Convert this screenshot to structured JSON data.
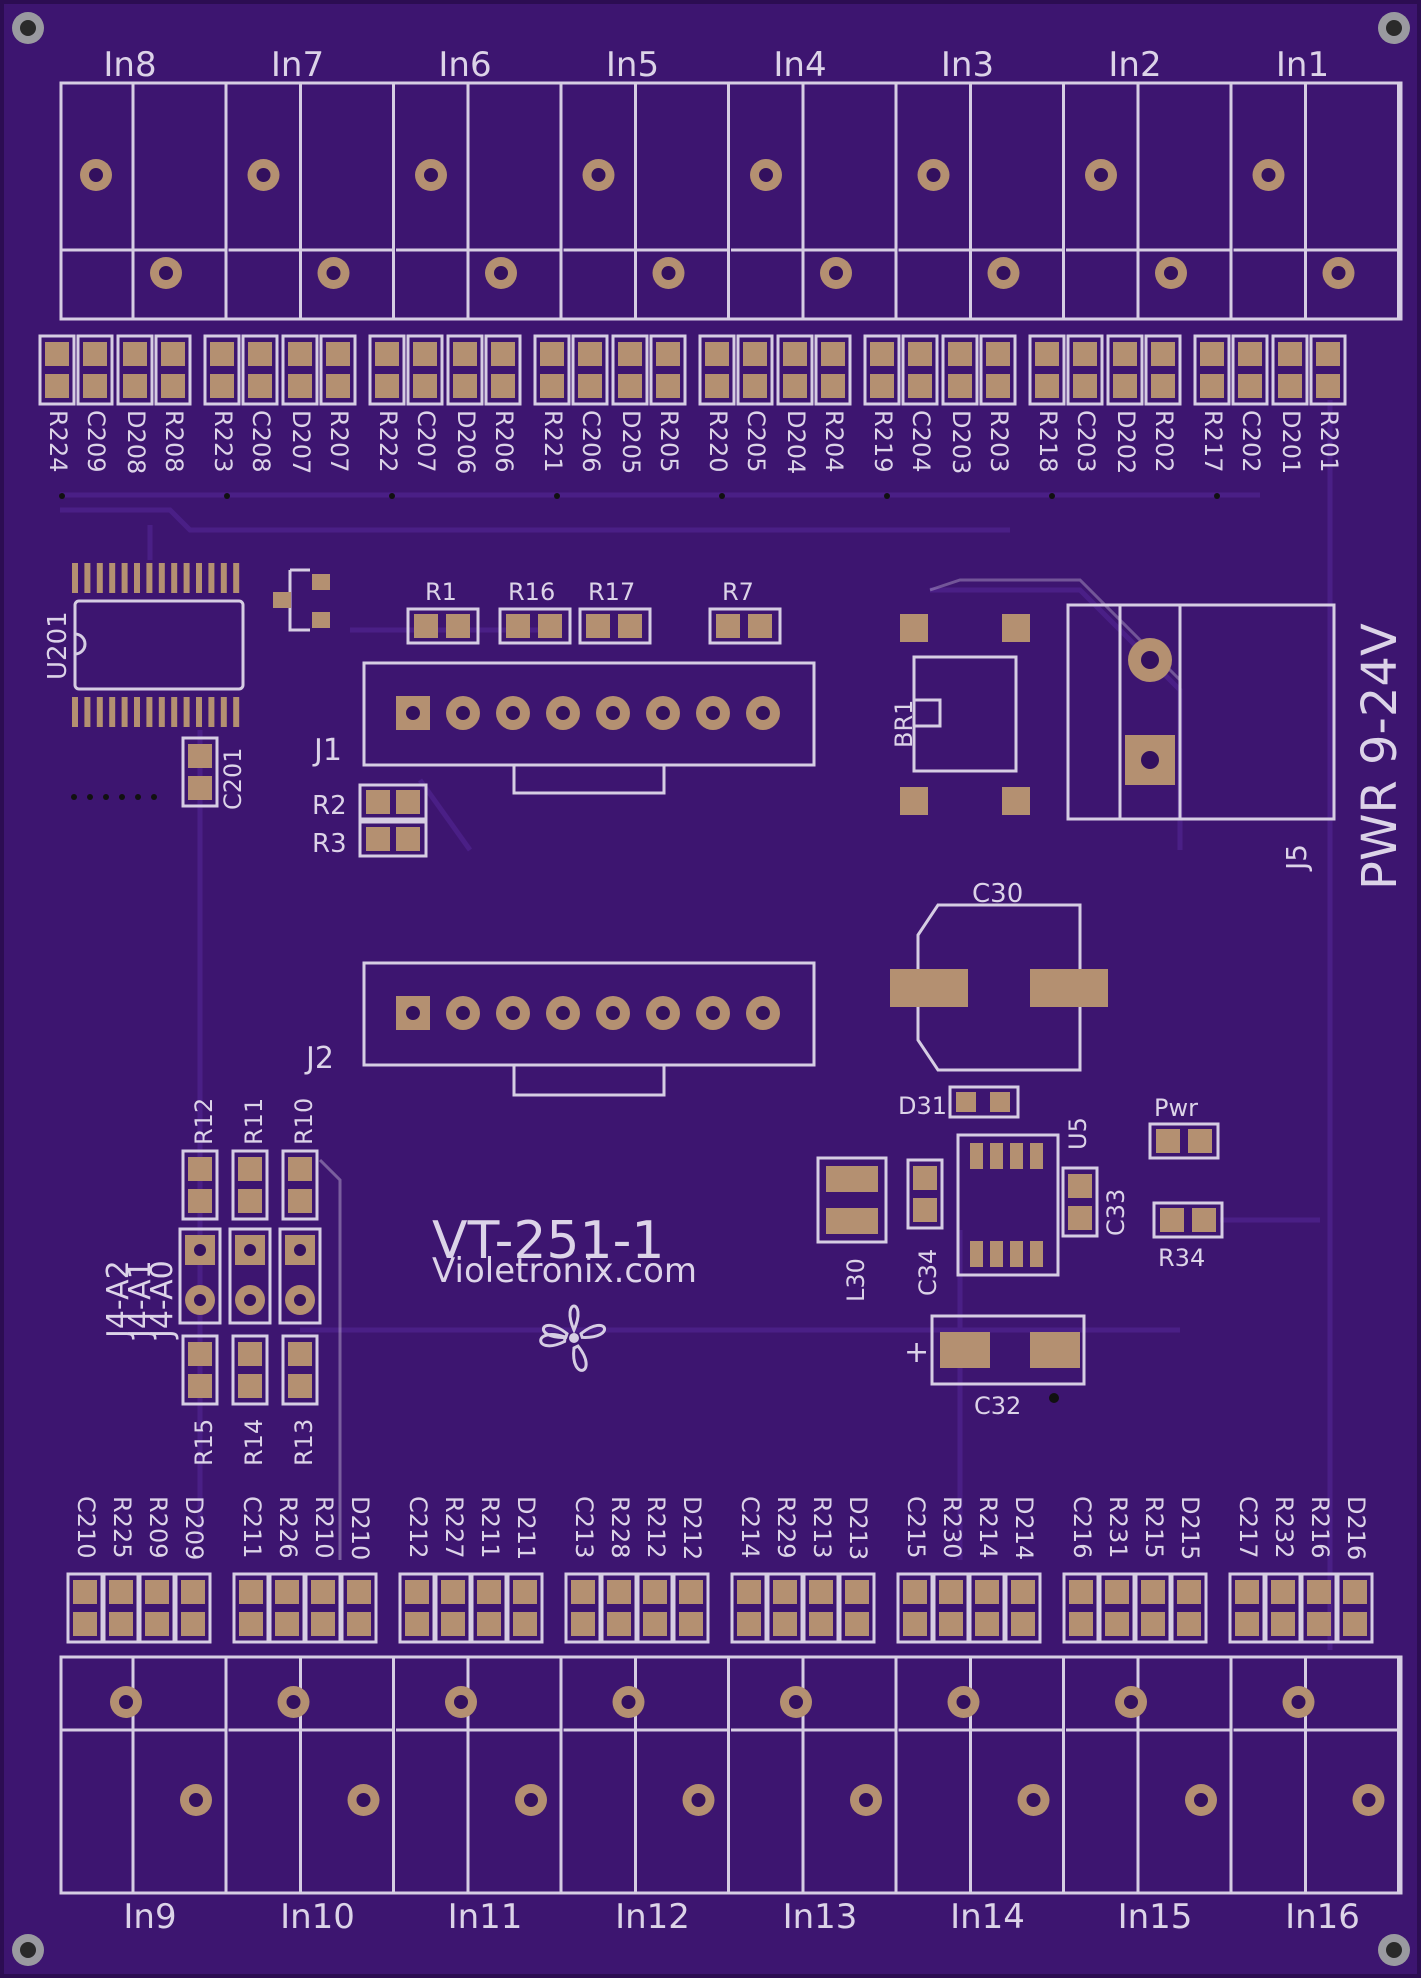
{
  "board": {
    "title": "VT-251-1",
    "website": "Violetronix.com",
    "power_label": "PWR 9-24V",
    "colors": {
      "board": "#3d1570",
      "silk": "#d6cde3",
      "pad": "#b49071",
      "hole": "#33105e"
    }
  },
  "top_inputs": [
    "In8",
    "In7",
    "In6",
    "In5",
    "In4",
    "In3",
    "In2",
    "In1"
  ],
  "bottom_inputs": [
    "In9",
    "In10",
    "In11",
    "In12",
    "In13",
    "In14",
    "In15",
    "In16"
  ],
  "top_parts": [
    [
      "R224",
      "C209",
      "D208",
      "R208"
    ],
    [
      "R223",
      "C208",
      "D207",
      "R207"
    ],
    [
      "R222",
      "C207",
      "D206",
      "R206"
    ],
    [
      "R221",
      "C206",
      "D205",
      "R205"
    ],
    [
      "R220",
      "C205",
      "D204",
      "R204"
    ],
    [
      "R219",
      "C204",
      "D203",
      "R203"
    ],
    [
      "R218",
      "C203",
      "D202",
      "R202"
    ],
    [
      "R217",
      "C202",
      "D201",
      "R201"
    ]
  ],
  "bottom_parts": [
    [
      "C210",
      "R225",
      "R209",
      "D209"
    ],
    [
      "C211",
      "R226",
      "R210",
      "D210"
    ],
    [
      "C212",
      "R227",
      "R211",
      "D211"
    ],
    [
      "C213",
      "R228",
      "R212",
      "D212"
    ],
    [
      "C214",
      "R229",
      "R213",
      "D213"
    ],
    [
      "C215",
      "R230",
      "R214",
      "D214"
    ],
    [
      "C216",
      "R231",
      "R215",
      "D215"
    ],
    [
      "C217",
      "R232",
      "R216",
      "D216"
    ]
  ],
  "components": {
    "u201": "U201",
    "c201": "C201",
    "r1": "R1",
    "r16": "R16",
    "r17": "R17",
    "r7": "R7",
    "j1": "J1",
    "j2": "J2",
    "r2": "R2",
    "r3": "R3",
    "br1": "BR1",
    "j5": "J5",
    "c30": "C30",
    "d31": "D31",
    "u5": "U5",
    "pwr": "Pwr",
    "c33": "C33",
    "r34": "R34",
    "l30": "L30",
    "c34": "C34",
    "c32": "C32",
    "plus": "+",
    "r12": "R12",
    "r11": "R11",
    "r10": "R10",
    "r15": "R15",
    "r14": "R14",
    "r13": "R13",
    "j4a2": "J4-A2",
    "j4a1": "J4-A1",
    "j4a0": "J4-A0"
  }
}
